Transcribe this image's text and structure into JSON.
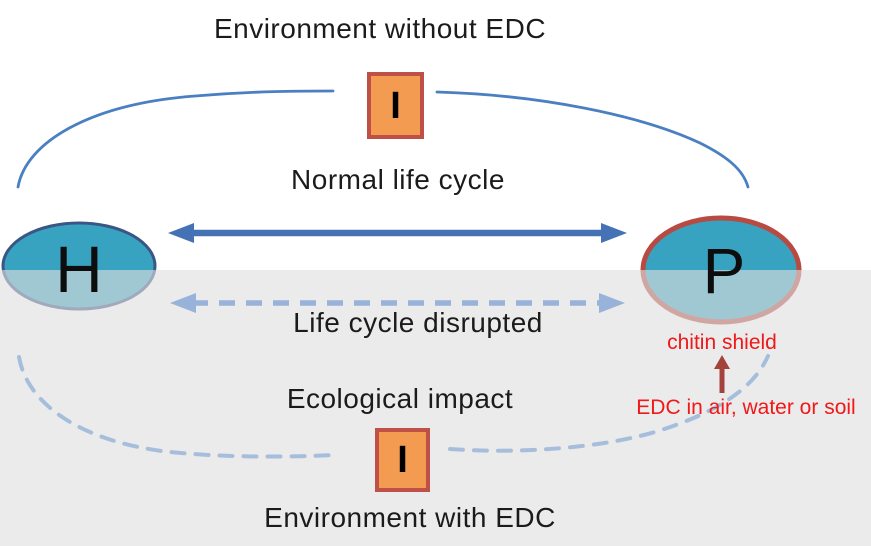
{
  "diagram": {
    "titles": {
      "top": "Environment without EDC",
      "bottom": "Environment with EDC"
    },
    "labels": {
      "normal_cycle": "Normal life cycle",
      "disrupted_cycle": "Life cycle disrupted",
      "ecological_impact": "Ecological impact",
      "chitin_shield": "chitin shield",
      "edc_sources": "EDC in air, water or soil"
    },
    "nodes": {
      "host": "H",
      "parasite": "P",
      "intermediate_top": "I",
      "intermediate_bottom": "I"
    },
    "colors": {
      "node_fill": "#38a3c0",
      "host_border": "#3a5684",
      "parasite_border": "#b84a42",
      "box_fill": "#f29b51",
      "box_border": "#be5048",
      "solid_arrow": "#4472b4",
      "dashed_arrow": "#98b2d9",
      "blue_curve": "#4a7fc1",
      "dashed_curve": "#a6bedc",
      "red_text": "#f01818",
      "red_arrow": "#a4433c",
      "overlay_gray": "#dfdfdf"
    }
  }
}
